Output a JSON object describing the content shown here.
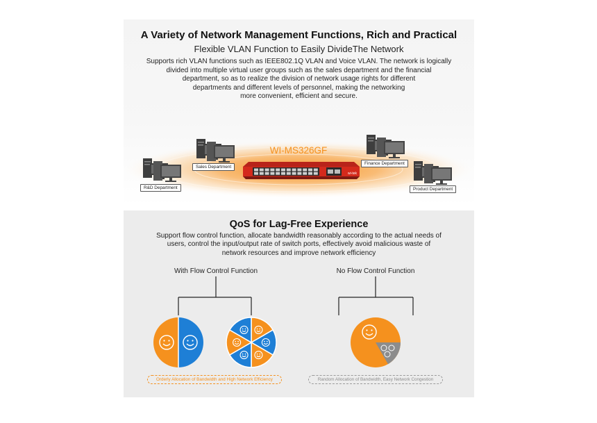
{
  "vlan": {
    "title": "A Variety of Network Management Functions, Rich and Practical",
    "subtitle": "Flexible VLAN Function to Easily DivideThe Network",
    "description_lines": [
      "Supports rich VLAN functions such as IEEE802.1Q VLAN and Voice VLAN. The network is logically",
      "divided into multiple virtual user groups such as the sales department and the financial",
      "department, so as to realize the division of network usage rights for different",
      "departments and different levels of personnel, making the networking",
      "more convenient, efficient and secure."
    ],
    "switch_model": "WI-MS326GF",
    "switch_brand": "wi-tek",
    "departments": {
      "rd": "R&D Department",
      "sales": "Sales Department",
      "finance": "Finance Department",
      "product": "Product Department"
    }
  },
  "qos": {
    "title": "QoS for Lag-Free Experience",
    "description_lines": [
      "Support flow control function, allocate bandwidth reasonably according to the actual needs of",
      "users, control the input/output rate of switch ports, effectively avoid malicious waste of",
      "network resources and improve network efficiency"
    ],
    "with_flow_label": "With Flow Control Function",
    "no_flow_label": "No Flow Control Function",
    "with_flow_caption": "Orderly Allocation of Bandwidth and High Network Efficiency",
    "no_flow_caption": "Random Allocation of Bandwidth, Easy Network Congestion"
  },
  "colors": {
    "orange": "#f5911e",
    "blue": "#1e7fd6",
    "gray": "#8c8c8c",
    "switch_red": "#d42a1c"
  }
}
